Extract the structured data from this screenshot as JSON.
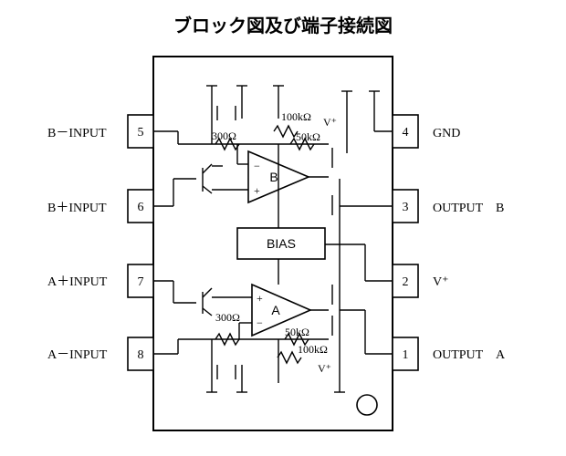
{
  "title": "ブロック図及び端子接続図",
  "pins": {
    "p1": {
      "num": "1",
      "label": ""
    },
    "p2": {
      "num": "2",
      "label": "V⁺"
    },
    "p3": {
      "num": "3",
      "label": "OUTPUT　B"
    },
    "p4": {
      "num": "4",
      "label": "GND"
    },
    "p5": {
      "num": "5",
      "label": "B－INPUT"
    },
    "p6": {
      "num": "6",
      "label": "B＋INPUT"
    },
    "p7": {
      "num": "7",
      "label": "A＋INPUT"
    },
    "p8": {
      "num": "8",
      "label": "A－INPUT"
    }
  },
  "blocks": {
    "amp_b": "B",
    "amp_a": "A",
    "bias": "BIAS",
    "minus": "−",
    "plus": "+"
  },
  "components": {
    "r_100k_top": "100kΩ",
    "r_50k_top": "50kΩ",
    "r_300_top": "300Ω",
    "vplus_top": "V⁺",
    "r_300_bot": "300Ω",
    "r_50k_bot": "50kΩ",
    "r_100k_bot": "100kΩ",
    "vplus_bot": "V⁺"
  }
}
